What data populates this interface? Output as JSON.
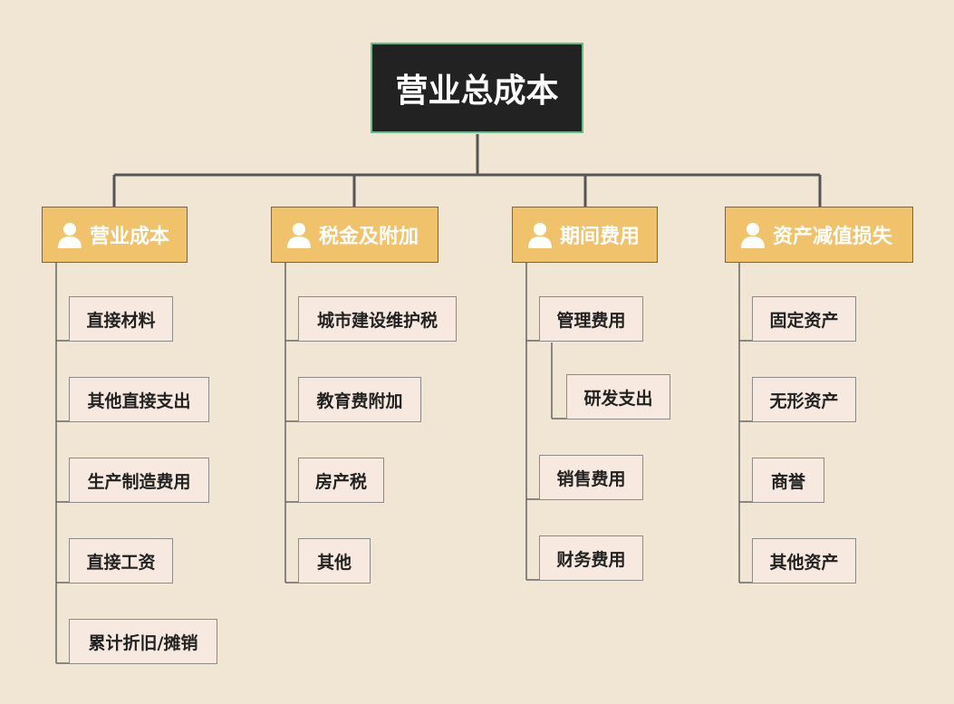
{
  "root": {
    "label": "营业总成本"
  },
  "categories": [
    {
      "label": "营业成本",
      "icon": "person-icon",
      "items": [
        {
          "label": "直接材料"
        },
        {
          "label": "其他直接支出"
        },
        {
          "label": "生产制造费用"
        },
        {
          "label": "直接工资"
        },
        {
          "label": "累计折旧/摊销"
        }
      ]
    },
    {
      "label": "税金及附加",
      "icon": "person-icon",
      "items": [
        {
          "label": "城市建设维护税"
        },
        {
          "label": "教育费附加"
        },
        {
          "label": "房产税"
        },
        {
          "label": "其他"
        }
      ]
    },
    {
      "label": "期间费用",
      "icon": "person-icon",
      "items": [
        {
          "label": "管理费用",
          "children": [
            {
              "label": "研发支出"
            }
          ]
        },
        {
          "label": "销售费用"
        },
        {
          "label": "财务费用"
        }
      ]
    },
    {
      "label": "资产减值损失",
      "icon": "person-icon",
      "items": [
        {
          "label": "固定资产"
        },
        {
          "label": "无形资产"
        },
        {
          "label": "商誉"
        },
        {
          "label": "其他资产"
        }
      ]
    }
  ],
  "colors": {
    "background": "#f1e5d3",
    "root_fill": "#222222",
    "root_border": "#5cbf8c",
    "category_fill": "#f0c26b",
    "leaf_fill": "#f7e9df",
    "connector": "#555555"
  }
}
